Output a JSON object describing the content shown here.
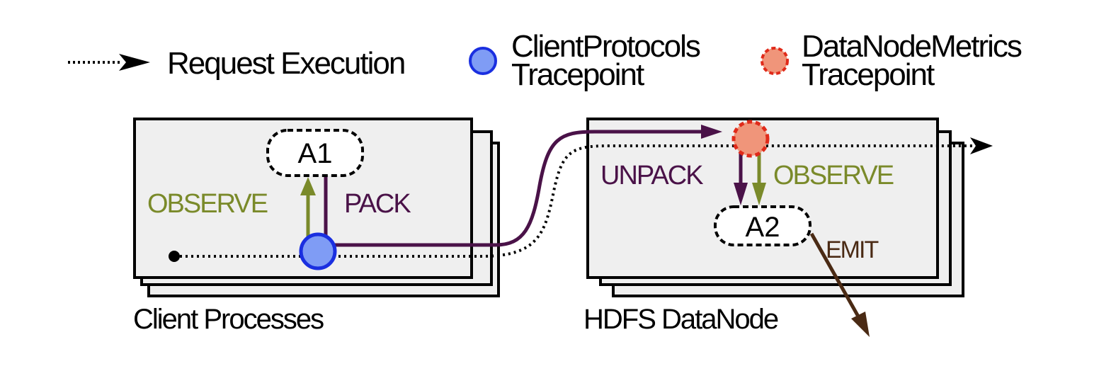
{
  "legend": {
    "request_execution": "Request Execution",
    "client_tracepoint_line1": "ClientProtocols",
    "client_tracepoint_line2": "Tracepoint",
    "datanode_tracepoint_line1": "DataNodeMetrics",
    "datanode_tracepoint_line2": "Tracepoint"
  },
  "client": {
    "group_label": "Client Processes",
    "node_label": "A1",
    "observe_label": "OBSERVE",
    "pack_label": "PACK"
  },
  "datanode": {
    "group_label": "HDFS DataNode",
    "node_label": "A2",
    "unpack_label": "UNPACK",
    "observe_label": "OBSERVE",
    "emit_label": "EMIT"
  },
  "colors": {
    "client_tracepoint_fill": "#7f9cf5",
    "client_tracepoint_stroke": "#1a2fe0",
    "datanode_tracepoint_fill": "#f0957a",
    "datanode_tracepoint_stroke": "#e02a1a",
    "observe": "#7a8a2a",
    "pack": "#4a1248",
    "emit": "#4a2a14"
  }
}
